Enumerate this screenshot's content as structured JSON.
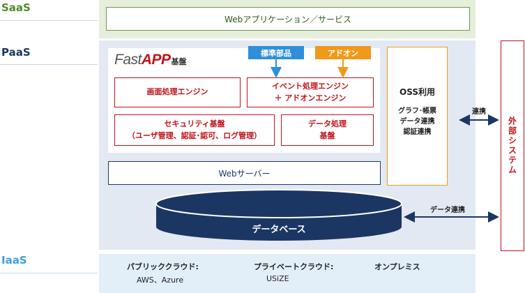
{
  "layers": {
    "saas": "SaaS",
    "paas": "PaaS",
    "iaas": "IaaS"
  },
  "saas_box": "Webアプリケーション／サービス",
  "fastapp": {
    "logo_fast": "Fast",
    "logo_app": "APP",
    "logo_suffix": "基盤",
    "tag_standard": "標準部品",
    "tag_addon": "アドオン",
    "screen_engine": "画面処理エンジン",
    "event_engine_line1": "イベント処理エンジン",
    "event_engine_line2": "＋ アドオンエンジン",
    "security_line1": "セキュリティ基盤",
    "security_line2": "（ユーザ管理、認証･認可、ログ管理）",
    "data_line1": "データ処理",
    "data_line2": "基盤"
  },
  "oss": {
    "title": "OSS利用",
    "items": [
      "グラフ･帳票",
      "データ連携",
      "認証連携"
    ]
  },
  "webserver": "Webサーバー",
  "database": "データベース",
  "external": "外部システム",
  "links": {
    "oss_link": "連携",
    "db_link": "データ連携"
  },
  "iaas": {
    "public_title": "パブリッククラウド:",
    "public_sub": "AWS、Azure",
    "private_title": "プライベートクラウド:",
    "private_sub": "USiZE",
    "onprem_title": "オンプレミス"
  },
  "colors": {
    "saas": "#4f8a2b",
    "paas": "#1c3664",
    "iaas": "#3aa0dc",
    "accent_red": "#c0131b",
    "accent_orange": "#ef9a1a",
    "accent_blue": "#2f8fd8",
    "db": "#1c3664"
  }
}
